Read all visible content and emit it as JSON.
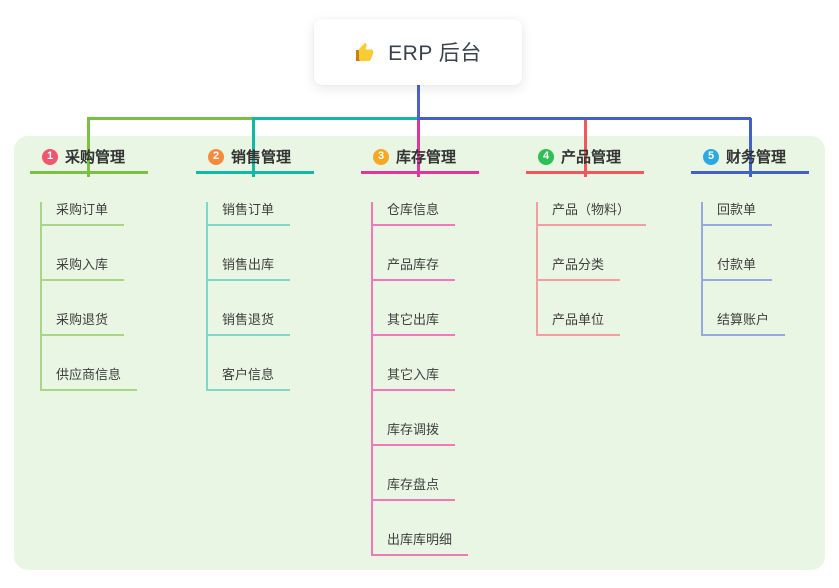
{
  "root": {
    "title": "ERP 后台",
    "icon": "thumbs-up-icon"
  },
  "colors": {
    "canvas_bg": "#FFFFFF",
    "panel_bg": "#E9F6E3",
    "root_stem": "#4E62C9",
    "header_text": "#333333",
    "item_text": "#3F3F3F"
  },
  "branches": [
    {
      "index": "1",
      "label": "采购管理",
      "badge_color": "#F2566B",
      "line_color": "#7DBF45",
      "child_line_color": "#A9D584",
      "items": [
        "采购订单",
        "采购入库",
        "采购退货",
        "供应商信息"
      ]
    },
    {
      "index": "2",
      "label": "销售管理",
      "badge_color": "#F78A3D",
      "line_color": "#14B8A6",
      "child_line_color": "#7FD6C9",
      "items": [
        "销售订单",
        "销售出库",
        "销售退货",
        "客户信息"
      ]
    },
    {
      "index": "3",
      "label": "库存管理",
      "badge_color": "#F6A824",
      "line_color": "#E0369B",
      "child_line_color": "#F277BC",
      "items": [
        "仓库信息",
        "产品库存",
        "其它出库",
        "其它入库",
        "库存调拨",
        "库存盘点",
        "出库库明细"
      ]
    },
    {
      "index": "4",
      "label": "产品管理",
      "badge_color": "#2FBF54",
      "line_color": "#F2575C",
      "child_line_color": "#F59DA0",
      "items": [
        "产品（物料）",
        "产品分类",
        "产品单位"
      ]
    },
    {
      "index": "5",
      "label": "财务管理",
      "badge_color": "#2BA9E1",
      "line_color": "#4360C6",
      "child_line_color": "#96A8DF",
      "items": [
        "回款单",
        "付款单",
        "结算账户"
      ]
    }
  ]
}
